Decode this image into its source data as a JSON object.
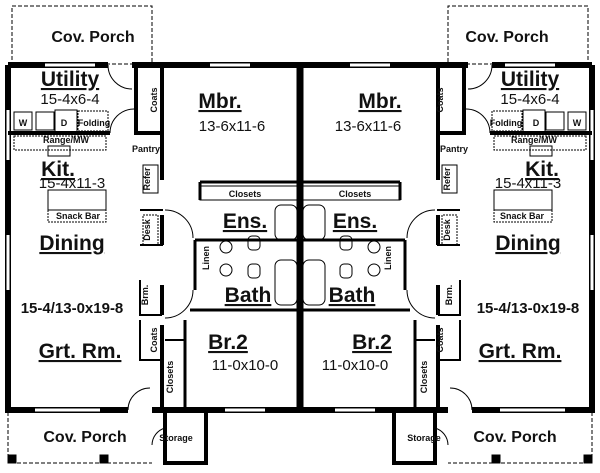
{
  "units": [
    {
      "side": "left"
    },
    {
      "side": "right"
    }
  ],
  "labels": {
    "front_porch": "Cov. Porch",
    "rear_porch": "Cov. Porch",
    "utility": "Utility",
    "utility_dim": "15-4x6-4",
    "washer": "W",
    "dryer": "D",
    "folding": "Folding",
    "range": "Range/MW",
    "kitchen": "Kit.",
    "kitchen_dim": "15-4x11-3",
    "snack_bar": "Snack Bar",
    "dining": "Dining",
    "great_room_dim": "15-4/13-0x19-8",
    "great_room": "Grt. Rm.",
    "pantry": "Pantry",
    "refer": "Refer",
    "desk": "Desk",
    "coats_top": "Coats",
    "broom": "Brm.",
    "coats_bottom": "Coats",
    "closets_br2": "Closets",
    "storage": "Storage",
    "master": "Mbr.",
    "master_dim": "13-6x11-6",
    "closets_master": "Closets",
    "ensuite": "Ens.",
    "linen": "Linen",
    "bath": "Bath",
    "bedroom2": "Br.2",
    "bedroom2_dim": "11-0x10-0"
  }
}
